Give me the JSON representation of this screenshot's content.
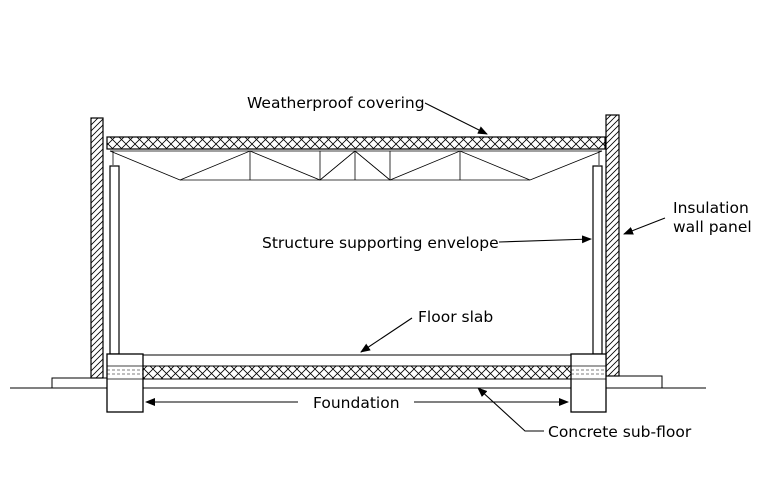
{
  "labels": {
    "weatherproof_covering": "Weatherproof covering",
    "insulation_line1": "Insulation",
    "insulation_line2": "wall panel",
    "structure_supporting_envelope": "Structure supporting envelope",
    "floor_slab": "Floor slab",
    "foundation": "Foundation",
    "concrete_sub_floor": "Concrete sub-floor"
  },
  "colors": {
    "line": "#000000",
    "background": "#ffffff"
  }
}
